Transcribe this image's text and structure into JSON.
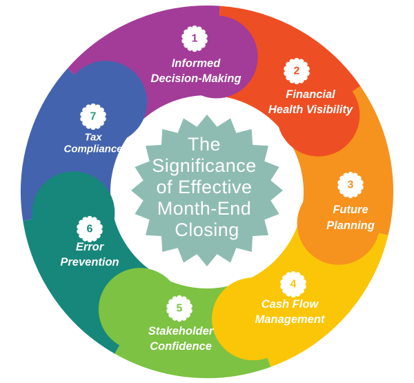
{
  "center": {
    "title_lines": [
      "The",
      "Significance",
      "of Effective",
      "Month-End",
      "Closing"
    ],
    "burst_color": "#8FBCB2",
    "text_color": "#FFFFFF"
  },
  "label_color": "#FFFFFF",
  "badge_fill": "#FFFFFF",
  "background": "#FFFFFF",
  "segments": [
    {
      "number": "1",
      "label_lines": [
        "Informed",
        "Decision-Making"
      ],
      "color": "#A23C98",
      "number_color": "#A23C98"
    },
    {
      "number": "2",
      "label_lines": [
        "Financial",
        "Health Visibility"
      ],
      "color": "#EE4E23",
      "number_color": "#EE4E23"
    },
    {
      "number": "3",
      "label_lines": [
        "Future",
        "Planning"
      ],
      "color": "#F6921E",
      "number_color": "#F6921E"
    },
    {
      "number": "4",
      "label_lines": [
        "Cash Flow",
        "Management"
      ],
      "color": "#FBC608",
      "number_color": "#FBC608"
    },
    {
      "number": "5",
      "label_lines": [
        "Stakeholder",
        "Confidence"
      ],
      "color": "#7DC242",
      "number_color": "#7DC242"
    },
    {
      "number": "6",
      "label_lines": [
        "Error",
        "Prevention"
      ],
      "color": "#17877B",
      "number_color": "#17877B"
    },
    {
      "number": "7",
      "label_lines": [
        "Tax",
        "Compliance"
      ],
      "color": "#4363AE",
      "number_color": "#2E9C77"
    }
  ]
}
